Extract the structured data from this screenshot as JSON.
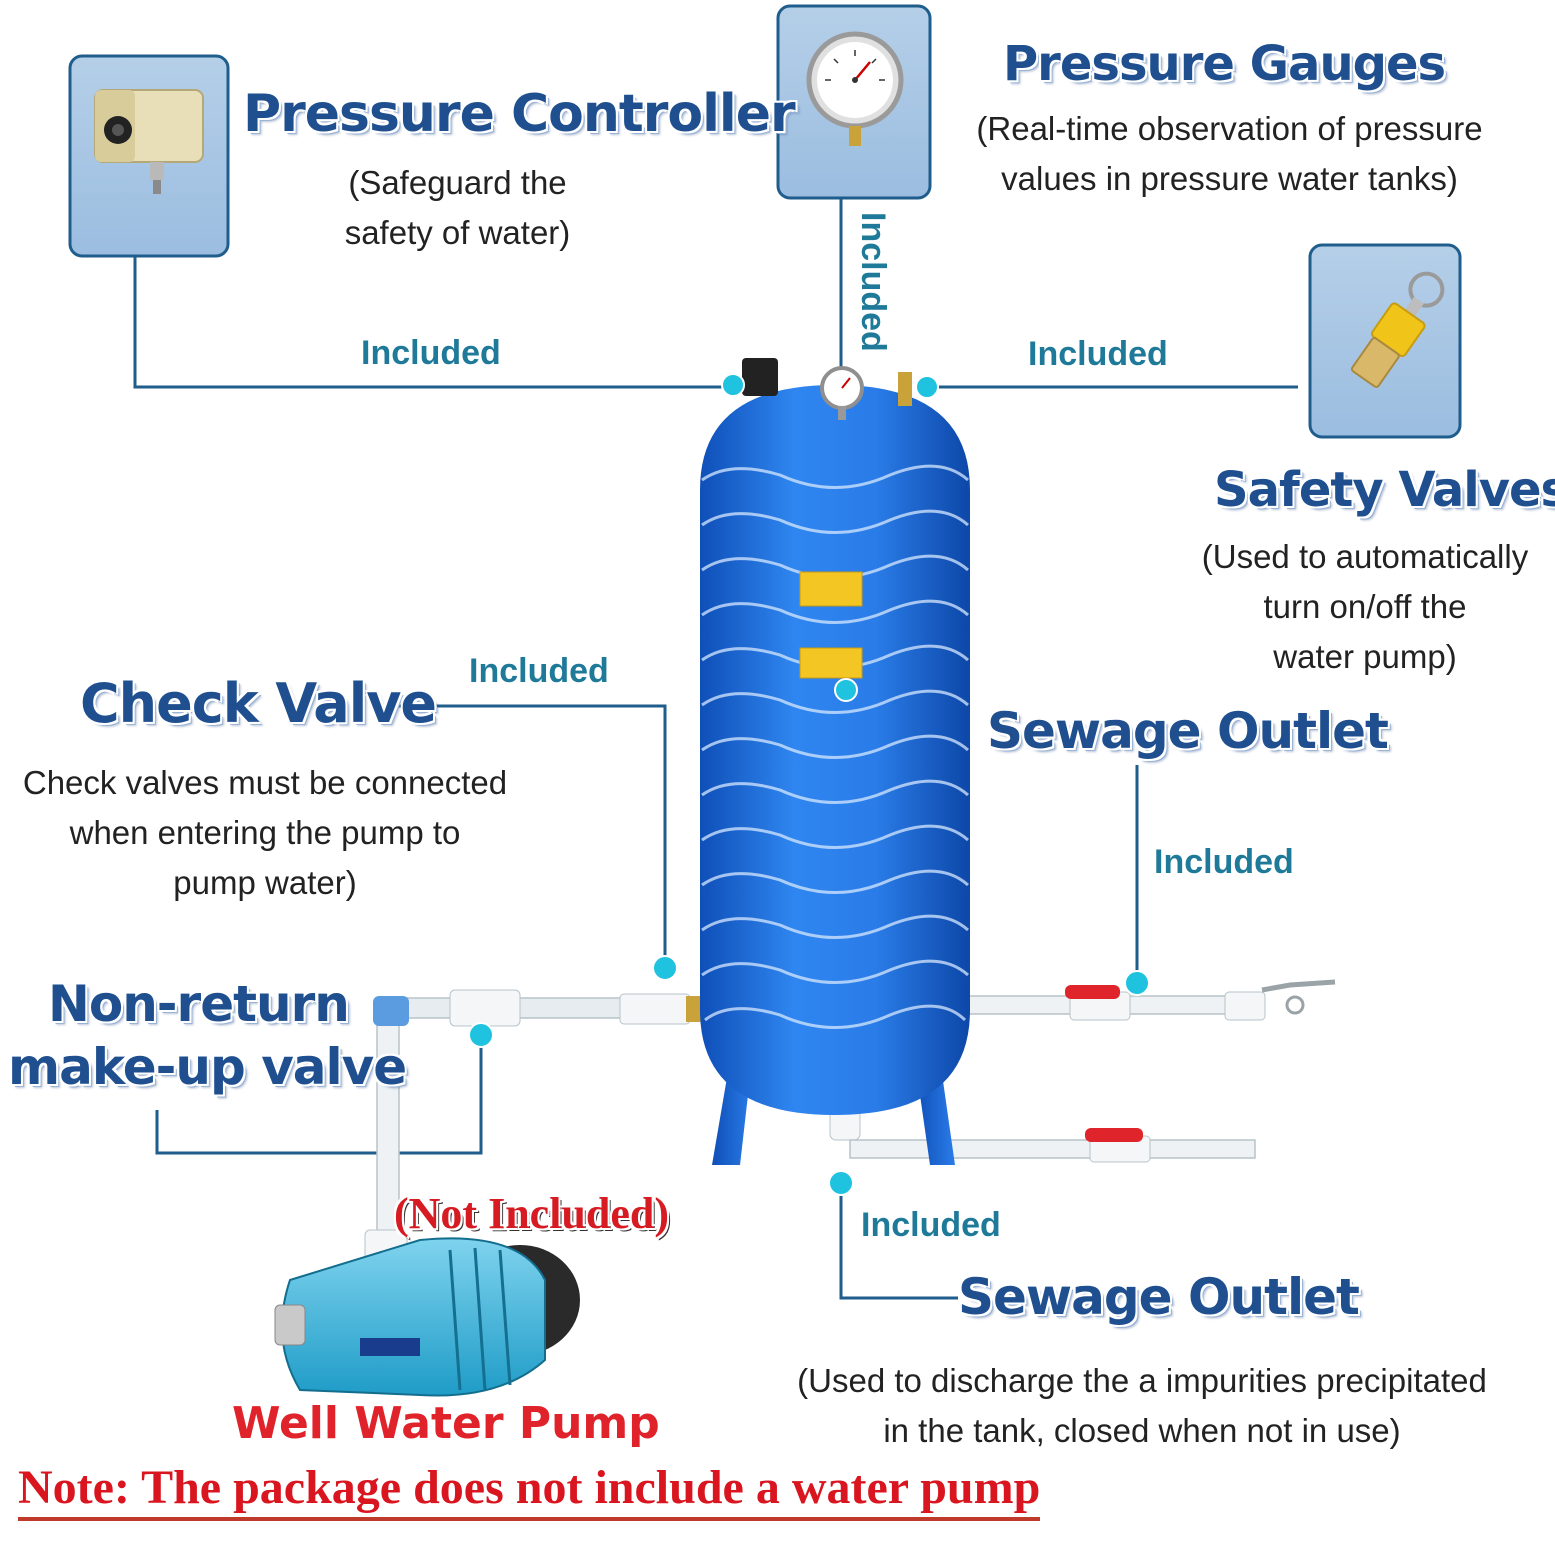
{
  "labels": {
    "pressure_controller": {
      "title": "Pressure Controller",
      "desc_lines": [
        "(Safeguard the",
        "safety of water)"
      ],
      "included": "Included"
    },
    "pressure_gauges": {
      "title": "Pressure Gauges",
      "desc_lines": [
        "(Real-time observation of pressure",
        "values in pressure water tanks)"
      ],
      "included": "Included"
    },
    "safety_valves": {
      "title": "Safety Valves",
      "desc_lines": [
        "(Used to automatically",
        "turn on/off the",
        "water pump)"
      ],
      "included": "Included"
    },
    "check_valve": {
      "title": "Check Valve",
      "desc_lines": [
        "Check valves must be connected",
        "when entering the pump to",
        "pump water)"
      ],
      "included": "Included"
    },
    "sewage_outlet_top": {
      "title": "Sewage Outlet",
      "included": "Included"
    },
    "non_return": {
      "title_lines": [
        "Non-return",
        "make-up valve"
      ]
    },
    "sewage_outlet_bottom": {
      "title": "Sewage Outlet",
      "desc_lines": [
        "(Used to discharge the a impurities precipitated",
        "in the tank, closed when not in use)"
      ],
      "included": "Included"
    },
    "pump": {
      "not_included": "(Not Included)",
      "label": "Well Water Pump"
    },
    "note": "Note: The package does not include a water pump"
  },
  "colors": {
    "title": "#1f4f8f",
    "included": "#1f7a99",
    "connector": "#1f5d8c",
    "dot": "#1fc3e0",
    "tank": "#1e6ee0",
    "alert": "#d9151f"
  },
  "icons": [
    "pressure-switch-icon",
    "pressure-gauge-icon",
    "safety-valve-icon",
    "water-tank-icon",
    "water-pump-icon"
  ]
}
